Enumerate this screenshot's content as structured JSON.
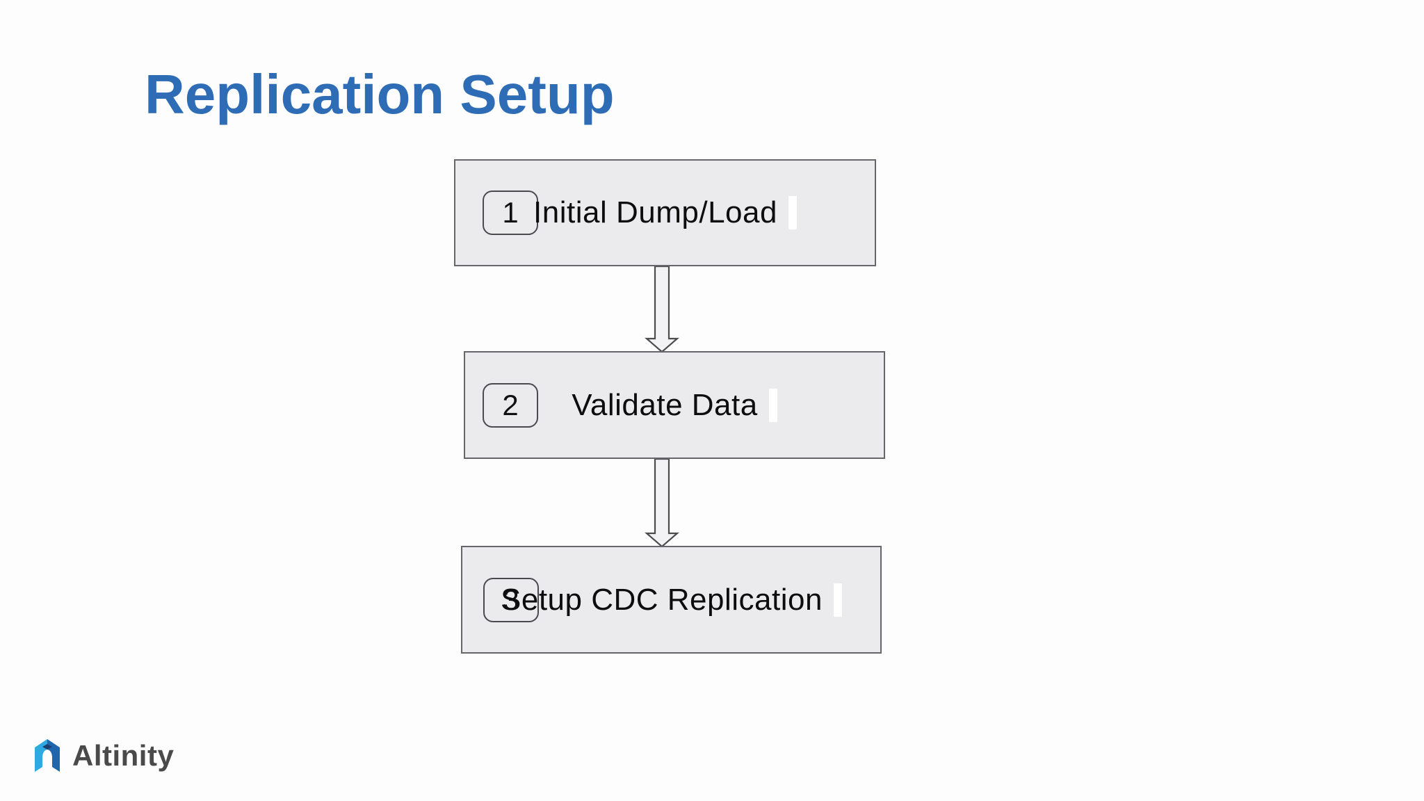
{
  "slide": {
    "title": "Replication Setup"
  },
  "steps": [
    {
      "number": "1",
      "label": "Initial Dump/Load"
    },
    {
      "number": "2",
      "label": "Validate Data"
    },
    {
      "number": "3",
      "label": "Setup CDC Replication"
    }
  ],
  "icons": {
    "flow_connector": "down-arrow",
    "logo_mark": "altinity-house-arch"
  },
  "footer": {
    "brand": "Altinity"
  },
  "colors": {
    "title_blue": "#2e6cb5",
    "box_fill": "#ebebed",
    "box_border": "#66666a",
    "badge_border": "#4a4a4e",
    "arrow_fill": "#f3f3f5",
    "arrow_border": "#4d4d4d",
    "logo_blue_light": "#2fa9e1",
    "logo_blue_dark": "#1f66ad",
    "logo_navy": "#1b3f72",
    "brand_text": "#4a4a4a"
  }
}
